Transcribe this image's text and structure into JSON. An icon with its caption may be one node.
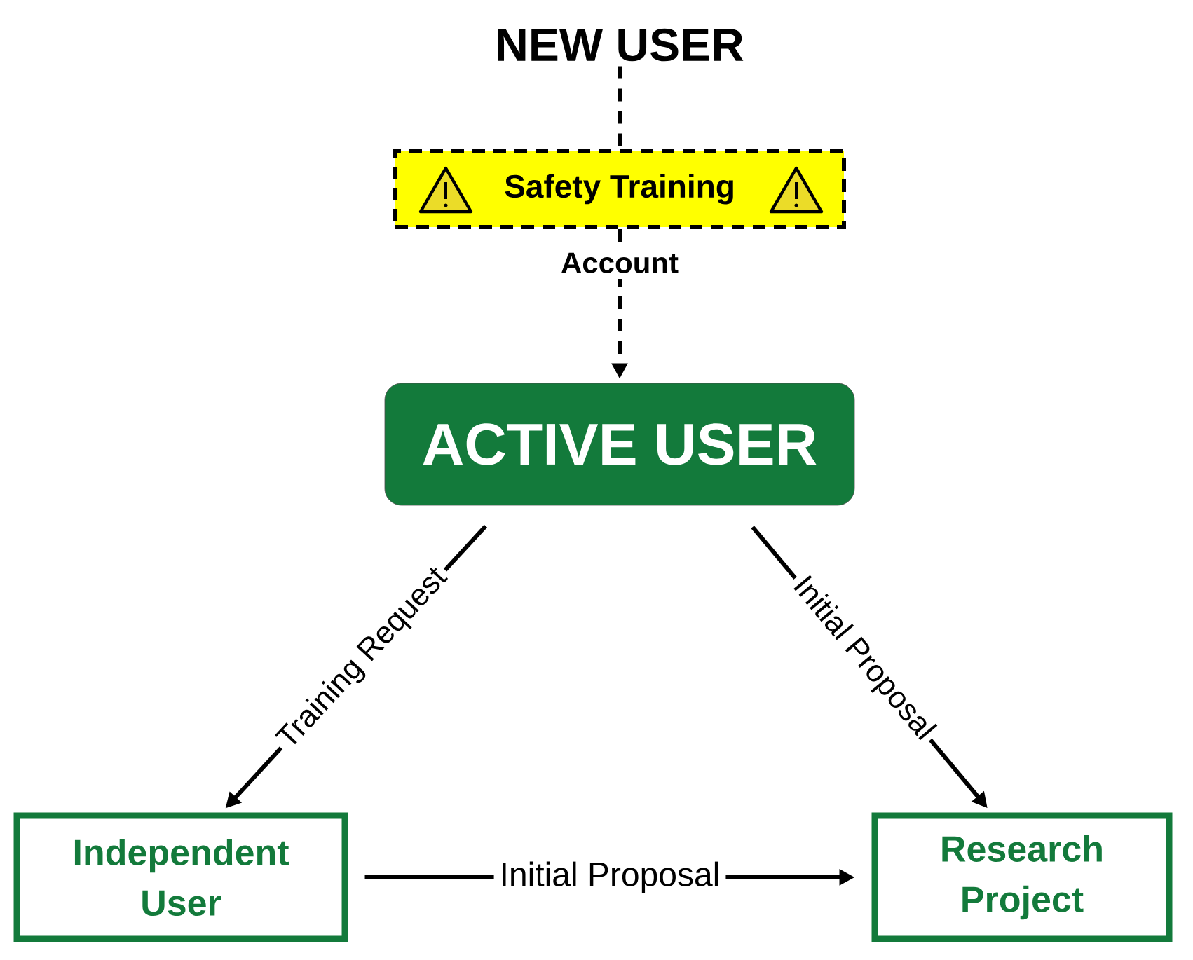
{
  "diagram": {
    "nodes": [
      {
        "text": [
          "NEW USER"
        ]
      },
      {
        "text": [
          "Safety Training"
        ]
      },
      {
        "text": [
          "ACTIVE USER"
        ]
      },
      {
        "text": [
          "Independent User"
        ]
      },
      {
        "text": [
          "Research Project"
        ]
      }
    ],
    "edges": [
      {
        "from": 0,
        "to": 1,
        "arrow": "none",
        "style": "dashed"
      },
      {
        "from": 1,
        "to": 2,
        "arrow": "to",
        "style": "dashed",
        "label": "Account"
      },
      {
        "from": 2,
        "to": 3,
        "arrow": "to",
        "label": "Training Request"
      },
      {
        "from": 2,
        "to": 4,
        "arrow": "to",
        "label": "Initial Proposal"
      },
      {
        "from": 3,
        "to": 4,
        "arrow": "to",
        "label": "Initial Proposal"
      }
    ]
  }
}
